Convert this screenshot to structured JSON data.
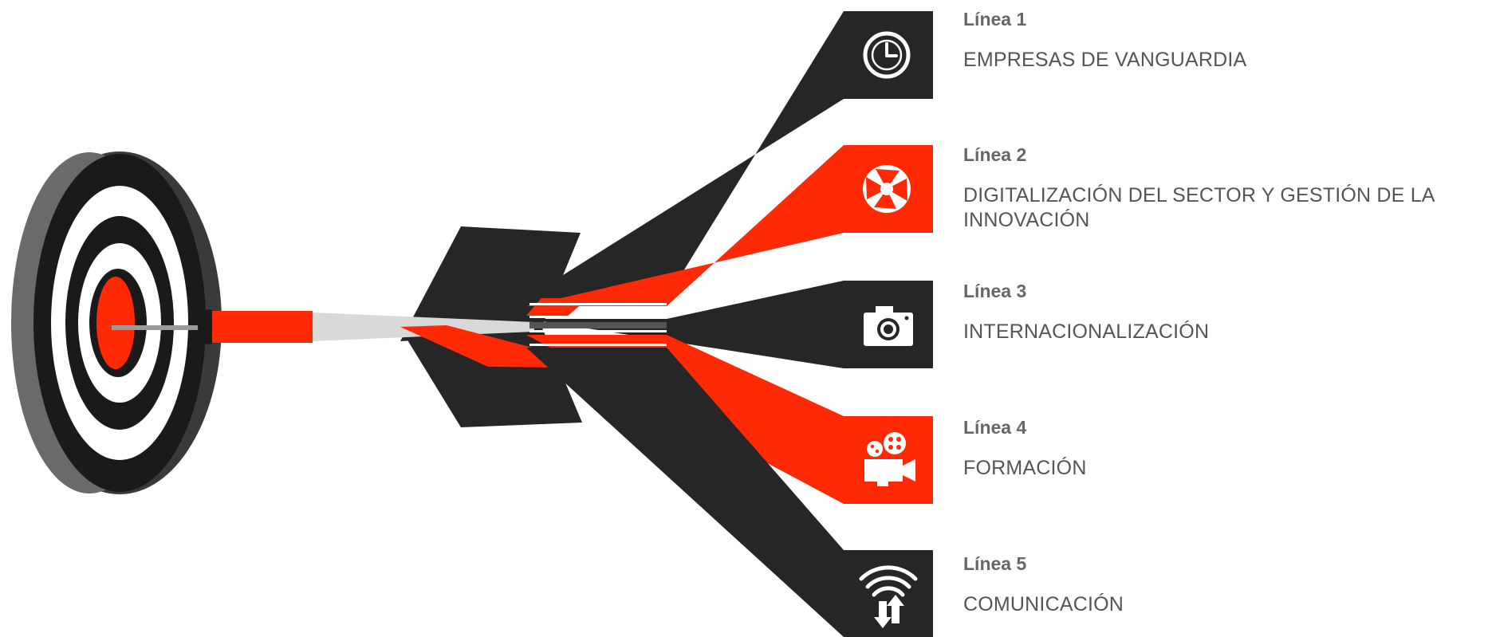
{
  "colors": {
    "accent_red": "#ff2a05",
    "dark": "#262626",
    "ring_black": "#1a1a1a",
    "text_gray": "#555555"
  },
  "lines": [
    {
      "label": "Línea 1",
      "name": "EMPRESAS DE VANGUARDIA",
      "icon": "clock-icon",
      "color": "dark"
    },
    {
      "label": "Línea 2",
      "name": "DIGITALIZACIÓN DEL SECTOR Y GESTIÓN DE LA INNOVACIÓN",
      "icon": "aperture-icon",
      "color": "red"
    },
    {
      "label": "Línea 3",
      "name": "INTERNACIONALIZACIÓN",
      "icon": "camera-icon",
      "color": "dark"
    },
    {
      "label": "Línea 4",
      "name": "FORMACIÓN",
      "icon": "film-camera-icon",
      "color": "red"
    },
    {
      "label": "Línea 5",
      "name": "COMUNICACIÓN",
      "icon": "wifi-transfer-icon",
      "color": "dark"
    }
  ]
}
